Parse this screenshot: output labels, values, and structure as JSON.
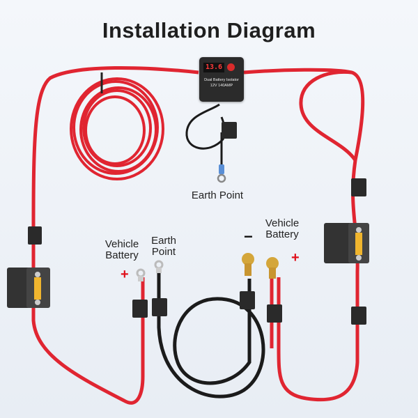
{
  "title": "Installation Diagram",
  "isolator": {
    "display_text": "13.6",
    "brand_text": "",
    "name": "Dual Battery Isolator",
    "rating": "12V 140AMP"
  },
  "labels": {
    "earth_point_top": "Earth Point",
    "vehicle_battery_left": "Vehicle\nBattery",
    "earth_point_left": "Earth\nPoint",
    "vehicle_battery_right": "Vehicle\nBattery"
  },
  "signs": {
    "plus": "+",
    "minus": "−"
  },
  "colors": {
    "red_cable": "#e02531",
    "black_cable": "#1b1b1b",
    "terminal": "#d4a63a"
  }
}
